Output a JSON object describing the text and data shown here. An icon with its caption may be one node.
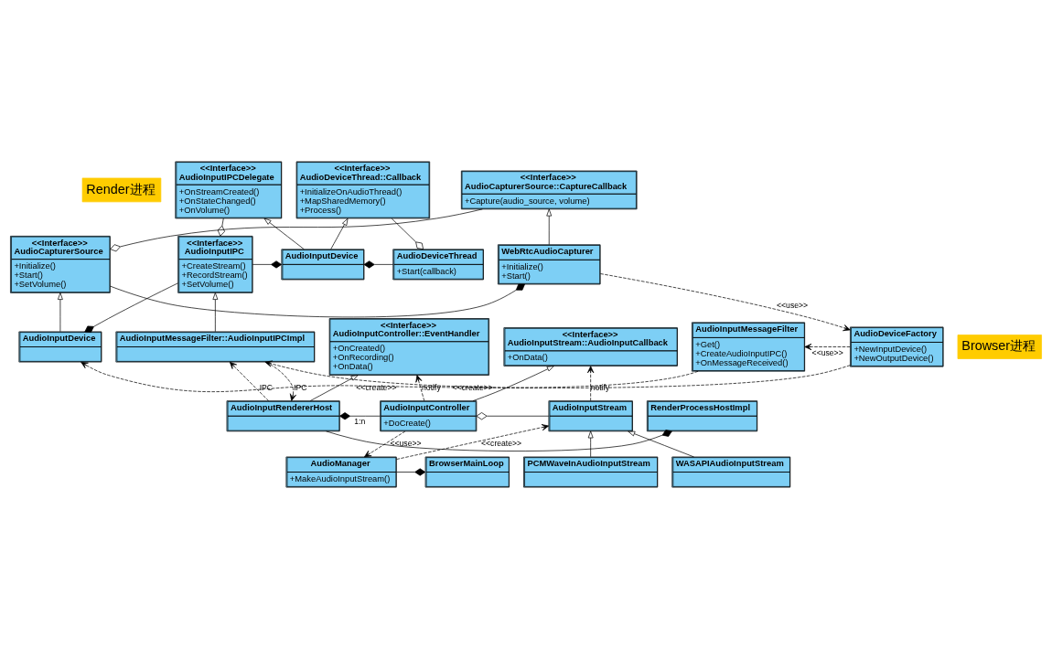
{
  "diagram": {
    "nodes": [
      {
        "text": [
          "Render进程"
        ]
      },
      {
        "text": [
          "<<Interface>> AudioCapturerSource::CaptureCallback",
          "+Capture(audio_source, volume)"
        ]
      },
      {
        "text": [
          "<<Interface>> AudioInputIPCDelegate",
          "+OnStreamCreated()",
          "+OnStateChanged()",
          "+OnVolume()"
        ]
      },
      {
        "text": [
          "<<Interface>> AudioDeviceThread::Callback",
          "+InitializeOnAudioThread()",
          "+MapSharedMemory()",
          "+Process()"
        ]
      },
      {
        "text": [
          "WebRtcAudioCapturer",
          "+Initialize()",
          "+Start()"
        ]
      },
      {
        "text": [
          "<<Interface>> AudioCapturerSource",
          "+Initialize()",
          "+Start()",
          "+SetVolume()"
        ]
      },
      {
        "text": [
          "AudioInputDevice"
        ]
      },
      {
        "text": [
          "AudioDeviceThread",
          "+Start(callback)"
        ]
      },
      {
        "text": [
          "<<Interface>> AudioInputIPC",
          "+CreateStream()",
          "+RecordStream()",
          "+SetVolume()"
        ]
      },
      {
        "text": [
          "AudioDeviceFactory",
          "+NewInputDevice()",
          "+NewOutputDevice()"
        ]
      },
      {
        "text": [
          "AudioInputDevice"
        ]
      },
      {
        "text": [
          "AudioInputMessageFilter",
          "+Get()",
          "+CreateAudioInputIPC()",
          "+OnMessageReceived()"
        ]
      },
      {
        "text": [
          "AudioInputMessageFilter::AudioInputIPCImpl"
        ]
      },
      {
        "text": [
          "Browser进程"
        ]
      },
      {
        "text": [
          "<<Interface>> AudioInputController::EventHandler",
          "+OnCreated()",
          "+OnRecording()",
          "+OnData()"
        ]
      },
      {
        "text": [
          "<<Interface>> AudioInputStream::AudioInputCallback",
          "+OnData()"
        ]
      },
      {
        "text": [
          "RenderProcessHostImpl"
        ]
      },
      {
        "text": [
          "AudioInputRendererHost"
        ]
      },
      {
        "text": [
          "AudioInputController",
          "+DoCreate()"
        ]
      },
      {
        "text": [
          "AudioInputStream"
        ]
      },
      {
        "text": [
          "BrowserMainLoop"
        ]
      },
      {
        "text": [
          "AudioManager",
          "+MakeAudioInputStream()"
        ]
      },
      {
        "text": [
          "PCMWaveInAudioInputStream"
        ]
      },
      {
        "text": [
          "WASAPIAudioInputStream"
        ]
      }
    ],
    "edges": [
      {
        "from": 4,
        "to": 1,
        "arrow": "to"
      },
      {
        "from": 1,
        "to": 5,
        "arrow": "other"
      },
      {
        "from": 5,
        "to": 4,
        "arrow": "other"
      },
      {
        "from": 4,
        "to": 9,
        "arrow": "to",
        "style": "dashed",
        "label": "<<use>>"
      },
      {
        "from": 10,
        "to": 5,
        "arrow": "to"
      },
      {
        "from": 9,
        "to": 10,
        "arrow": "to",
        "style": "dashed",
        "label": "<<create>>"
      },
      {
        "from": 8,
        "to": 10,
        "arrow": "other"
      },
      {
        "from": 9,
        "to": 11,
        "arrow": "to",
        "style": "dashed",
        "label": "<<use>>"
      },
      {
        "from": 11,
        "to": 12,
        "arrow": "to",
        "style": "dashed",
        "label": "<<create>>"
      },
      {
        "from": 12,
        "to": 8,
        "arrow": "to"
      },
      {
        "from": 2,
        "to": 8,
        "arrow": "other"
      },
      {
        "from": 6,
        "to": 2,
        "arrow": "to"
      },
      {
        "from": 6,
        "to": 3,
        "arrow": "to"
      },
      {
        "from": 8,
        "to": 6,
        "arrow": "other"
      },
      {
        "from": 3,
        "to": 7,
        "arrow": "other"
      },
      {
        "from": 7,
        "to": 6,
        "arrow": "other"
      },
      {
        "from": 12,
        "to": 17,
        "arrow": "to",
        "style": "dashed",
        "label": "IPC"
      },
      {
        "from": 17,
        "to": 12,
        "arrow": "to",
        "style": "dashed",
        "label": "IPC"
      },
      {
        "from": 17,
        "to": 14,
        "arrow": "to"
      },
      {
        "from": 18,
        "to": 14,
        "arrow": "to",
        "style": "dashed",
        "label": "notify"
      },
      {
        "from": 18,
        "to": 15,
        "arrow": "to"
      },
      {
        "from": 19,
        "to": 15,
        "arrow": "to",
        "style": "dashed",
        "label": "notify"
      },
      {
        "from": 17,
        "to": 16,
        "arrow": "other"
      },
      {
        "from": 18,
        "to": 17,
        "arrow": "other",
        "label": "1:n"
      },
      {
        "from": 19,
        "to": 18,
        "arrow": "other"
      },
      {
        "from": 18,
        "to": 21,
        "arrow": "to",
        "style": "dashed",
        "label": "<<use>>"
      },
      {
        "from": 21,
        "to": 19,
        "arrow": "to",
        "style": "dashed",
        "label": "<<create>>"
      },
      {
        "from": 21,
        "to": 20,
        "arrow": "other"
      },
      {
        "from": 22,
        "to": 19,
        "arrow": "to"
      },
      {
        "from": 23,
        "to": 19,
        "arrow": "to"
      }
    ]
  }
}
